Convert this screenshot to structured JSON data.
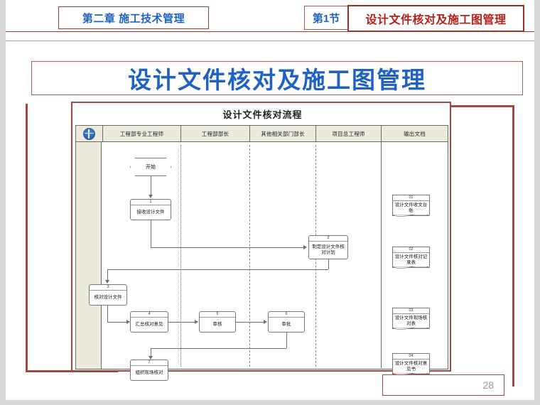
{
  "header": {
    "chapter_label": "第二章 施工技术管理",
    "section_number": "第1节",
    "section_title": "设计文件核对及施工图管理"
  },
  "slide": {
    "title": "设计文件核对及施工图管理",
    "page_number": "28"
  },
  "flowchart": {
    "title": "设计文件核对流程",
    "logo_icon": "company-globe-logo",
    "columns": [
      "工程部专业工程师",
      "工程部部长",
      "其他相关部门部长",
      "项目总工程师",
      "输出文档"
    ],
    "nodes": [
      {
        "id": "start",
        "shape": "hexagon",
        "label": "开始",
        "number": ""
      },
      {
        "id": "n1",
        "shape": "process",
        "number": "1",
        "label": "接收设计文件"
      },
      {
        "id": "n2",
        "shape": "process",
        "number": "2",
        "label": "制定设计文件核对计划"
      },
      {
        "id": "n3",
        "shape": "process",
        "number": "3",
        "label": "核对设计文件"
      },
      {
        "id": "n4",
        "shape": "process",
        "number": "4",
        "label": "汇总核对意见"
      },
      {
        "id": "n5",
        "shape": "process",
        "number": "5",
        "label": "审核"
      },
      {
        "id": "n6",
        "shape": "process",
        "number": "6",
        "label": "审批"
      },
      {
        "id": "n7",
        "shape": "process",
        "number": "7",
        "label": "组织现场核对"
      }
    ],
    "documents": [
      {
        "number": "01",
        "label": "设计文件收文台账"
      },
      {
        "number": "02",
        "label": "设计文件核对记录表"
      },
      {
        "number": "03",
        "label": "设计文件现场核对表"
      },
      {
        "number": "04",
        "label": "设计文件核对意见书"
      }
    ]
  },
  "colors": {
    "accent_red": "#a34842",
    "title_blue": "#1f62c0",
    "section_red": "#b5201b",
    "table_header_bg": "#eceadd"
  }
}
